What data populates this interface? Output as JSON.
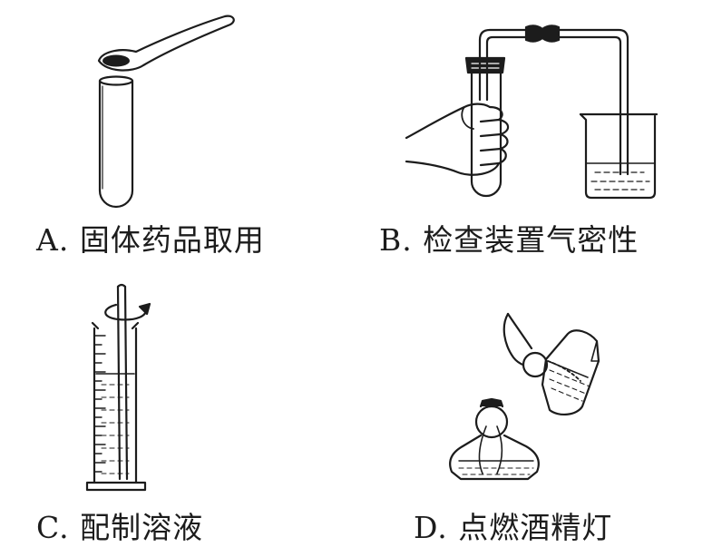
{
  "panels": [
    {
      "letter": "A.",
      "text": "固体药品取用"
    },
    {
      "letter": "B.",
      "text": "检查装置气密性"
    },
    {
      "letter": "C.",
      "text": "配制溶液"
    },
    {
      "letter": "D.",
      "text": "点燃酒精灯"
    }
  ],
  "colors": {
    "ink": "#1c1c1c",
    "background": "#ffffff"
  }
}
